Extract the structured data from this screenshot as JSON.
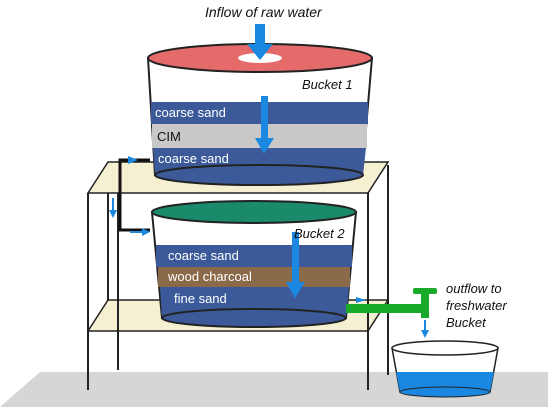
{
  "title": "Inflow of raw water",
  "bucket1": {
    "label": "Bucket 1",
    "layers": [
      "coarse sand",
      "CIM",
      "coarse sand"
    ]
  },
  "bucket2": {
    "label": "Bucket 2",
    "layers": [
      "coarse sand",
      "wood charcoal",
      "fine sand"
    ]
  },
  "outflow": {
    "line1": "outflow to",
    "line2": "freshwater",
    "line3": "Bucket"
  },
  "colors": {
    "water_inflow": "#e56a6a",
    "bucket2_top": "#1a8a6a",
    "sand": "#3c5a9a",
    "cim": "#c8c8c8",
    "charcoal": "#8b6a4a",
    "table": "#f5f0d2",
    "arrow": "#1a88e0",
    "pipe": "#1aaa2a",
    "water": "#1a88e0",
    "floor": "#d0d0d0"
  }
}
